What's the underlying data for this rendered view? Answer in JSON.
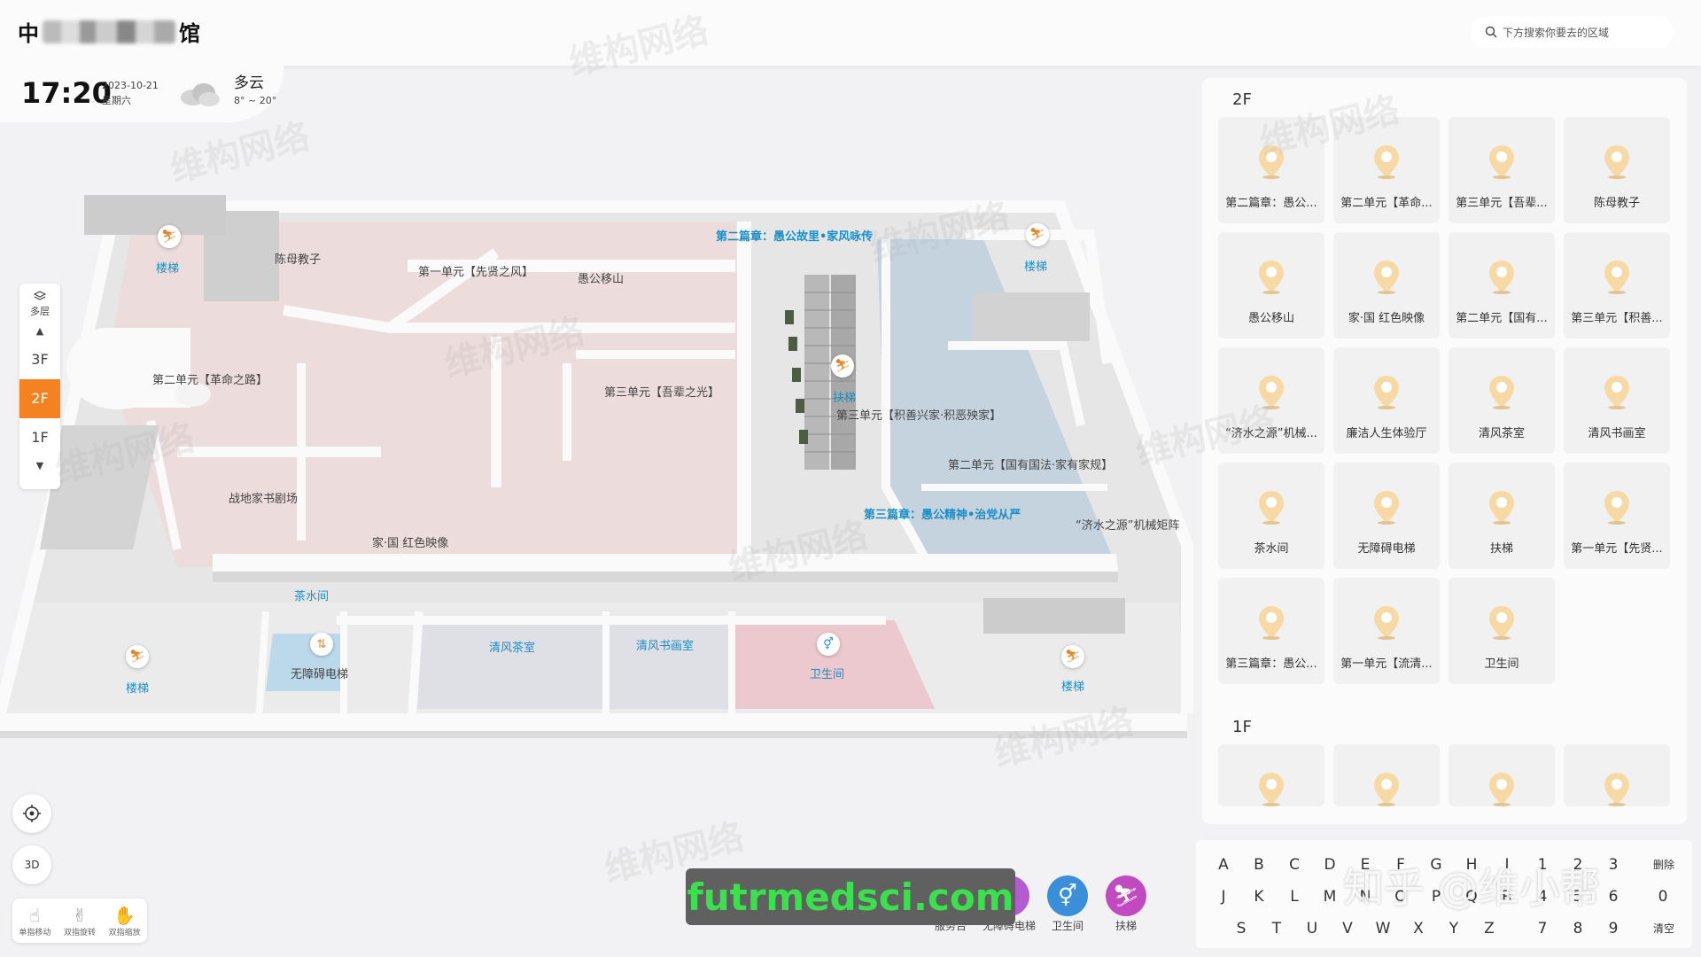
{
  "header": {
    "title_start": "中",
    "title_end": "馆",
    "search_placeholder": "下方搜索你要去的区域"
  },
  "status": {
    "time": "17:20",
    "date": "2023-10-21",
    "weekday": "星期六",
    "weather": "多云",
    "temp_range": "8° ~ 20°"
  },
  "floor_selector": {
    "layers_label": "多层",
    "floors": [
      "3F",
      "2F",
      "1F"
    ],
    "active_floor": "2F"
  },
  "map": {
    "labels": {
      "chenmu": "陈母教子",
      "xianxian": "第一单元【先贤之风】",
      "yugong": "愚公移山",
      "chapter2": "第二篇章：愚公故里•家风咏传",
      "geming": "第二单元【革命之路】",
      "wubei": "第三单元【吾辈之光】",
      "jishan": "第三单元【积善兴家·积恶殃家】",
      "guoyou": "第二单元【国有国法·家有家规】",
      "chapter3": "第三篇章：愚公精神•治党从严",
      "jishui": "“济水之源”机械矩阵",
      "zhandi": "战地家书剧场",
      "hongse": "家·国 红色映像",
      "chashui": "茶水间",
      "qingfeng_tea": "清风茶室",
      "qingfeng_art": "清风书画室",
      "accessible_elevator": "无障碍电梯",
      "restroom": "卫生间",
      "escalator": "扶梯",
      "stairs": "楼梯"
    }
  },
  "controls": {
    "view_3d": "3D",
    "gestures": [
      "单指移动",
      "双指旋转",
      "双指缩放"
    ]
  },
  "panel": {
    "sections": [
      {
        "floor": "2F",
        "items": [
          "第二篇章：愚公...",
          "第二单元【革命...",
          "第三单元【吾辈...",
          "陈母教子",
          "愚公移山",
          "家·国 红色映像",
          "第二单元【国有...",
          "第三单元【积善...",
          "“济水之源”机械...",
          "廉洁人生体验厅",
          "清风茶室",
          "清风书画室",
          "茶水间",
          "无障碍电梯",
          "扶梯",
          "第一单元【先贤...",
          "第三篇章：愚公...",
          "第一单元【流清...",
          "卫生间"
        ]
      },
      {
        "floor": "1F",
        "items": [
          "",
          "",
          "",
          ""
        ]
      }
    ]
  },
  "keyboard": {
    "row1": [
      "A",
      "B",
      "C",
      "D",
      "E",
      "F",
      "G",
      "H",
      "I",
      "1",
      "2",
      "3"
    ],
    "row2": [
      "J",
      "K",
      "L",
      "M",
      "N",
      "O",
      "P",
      "Q",
      "R",
      "4",
      "5",
      "6"
    ],
    "row3": [
      "S",
      "T",
      "U",
      "V",
      "W",
      "X",
      "Y",
      "Z",
      "7",
      "8",
      "9"
    ],
    "zero": "0",
    "delete": "删除",
    "clear": "清空"
  },
  "facilities": [
    {
      "label": "服务台",
      "icon": "service-desk-icon",
      "color": "#c97a3a"
    },
    {
      "label": "无障碍电梯",
      "icon": "wheelchair-icon",
      "color": "#b55bd0"
    },
    {
      "label": "卫生间",
      "icon": "restroom-icon",
      "color": "#3a8fd8"
    },
    {
      "label": "扶梯",
      "icon": "escalator-icon",
      "color": "#c24ac0"
    }
  ],
  "overlay": {
    "banner_text": "futrmedsci.com",
    "zhihu_watermark": "知乎 @维小帮"
  },
  "colors": {
    "accent": "#f48220",
    "map_label_blue": "#1c8ec7"
  }
}
